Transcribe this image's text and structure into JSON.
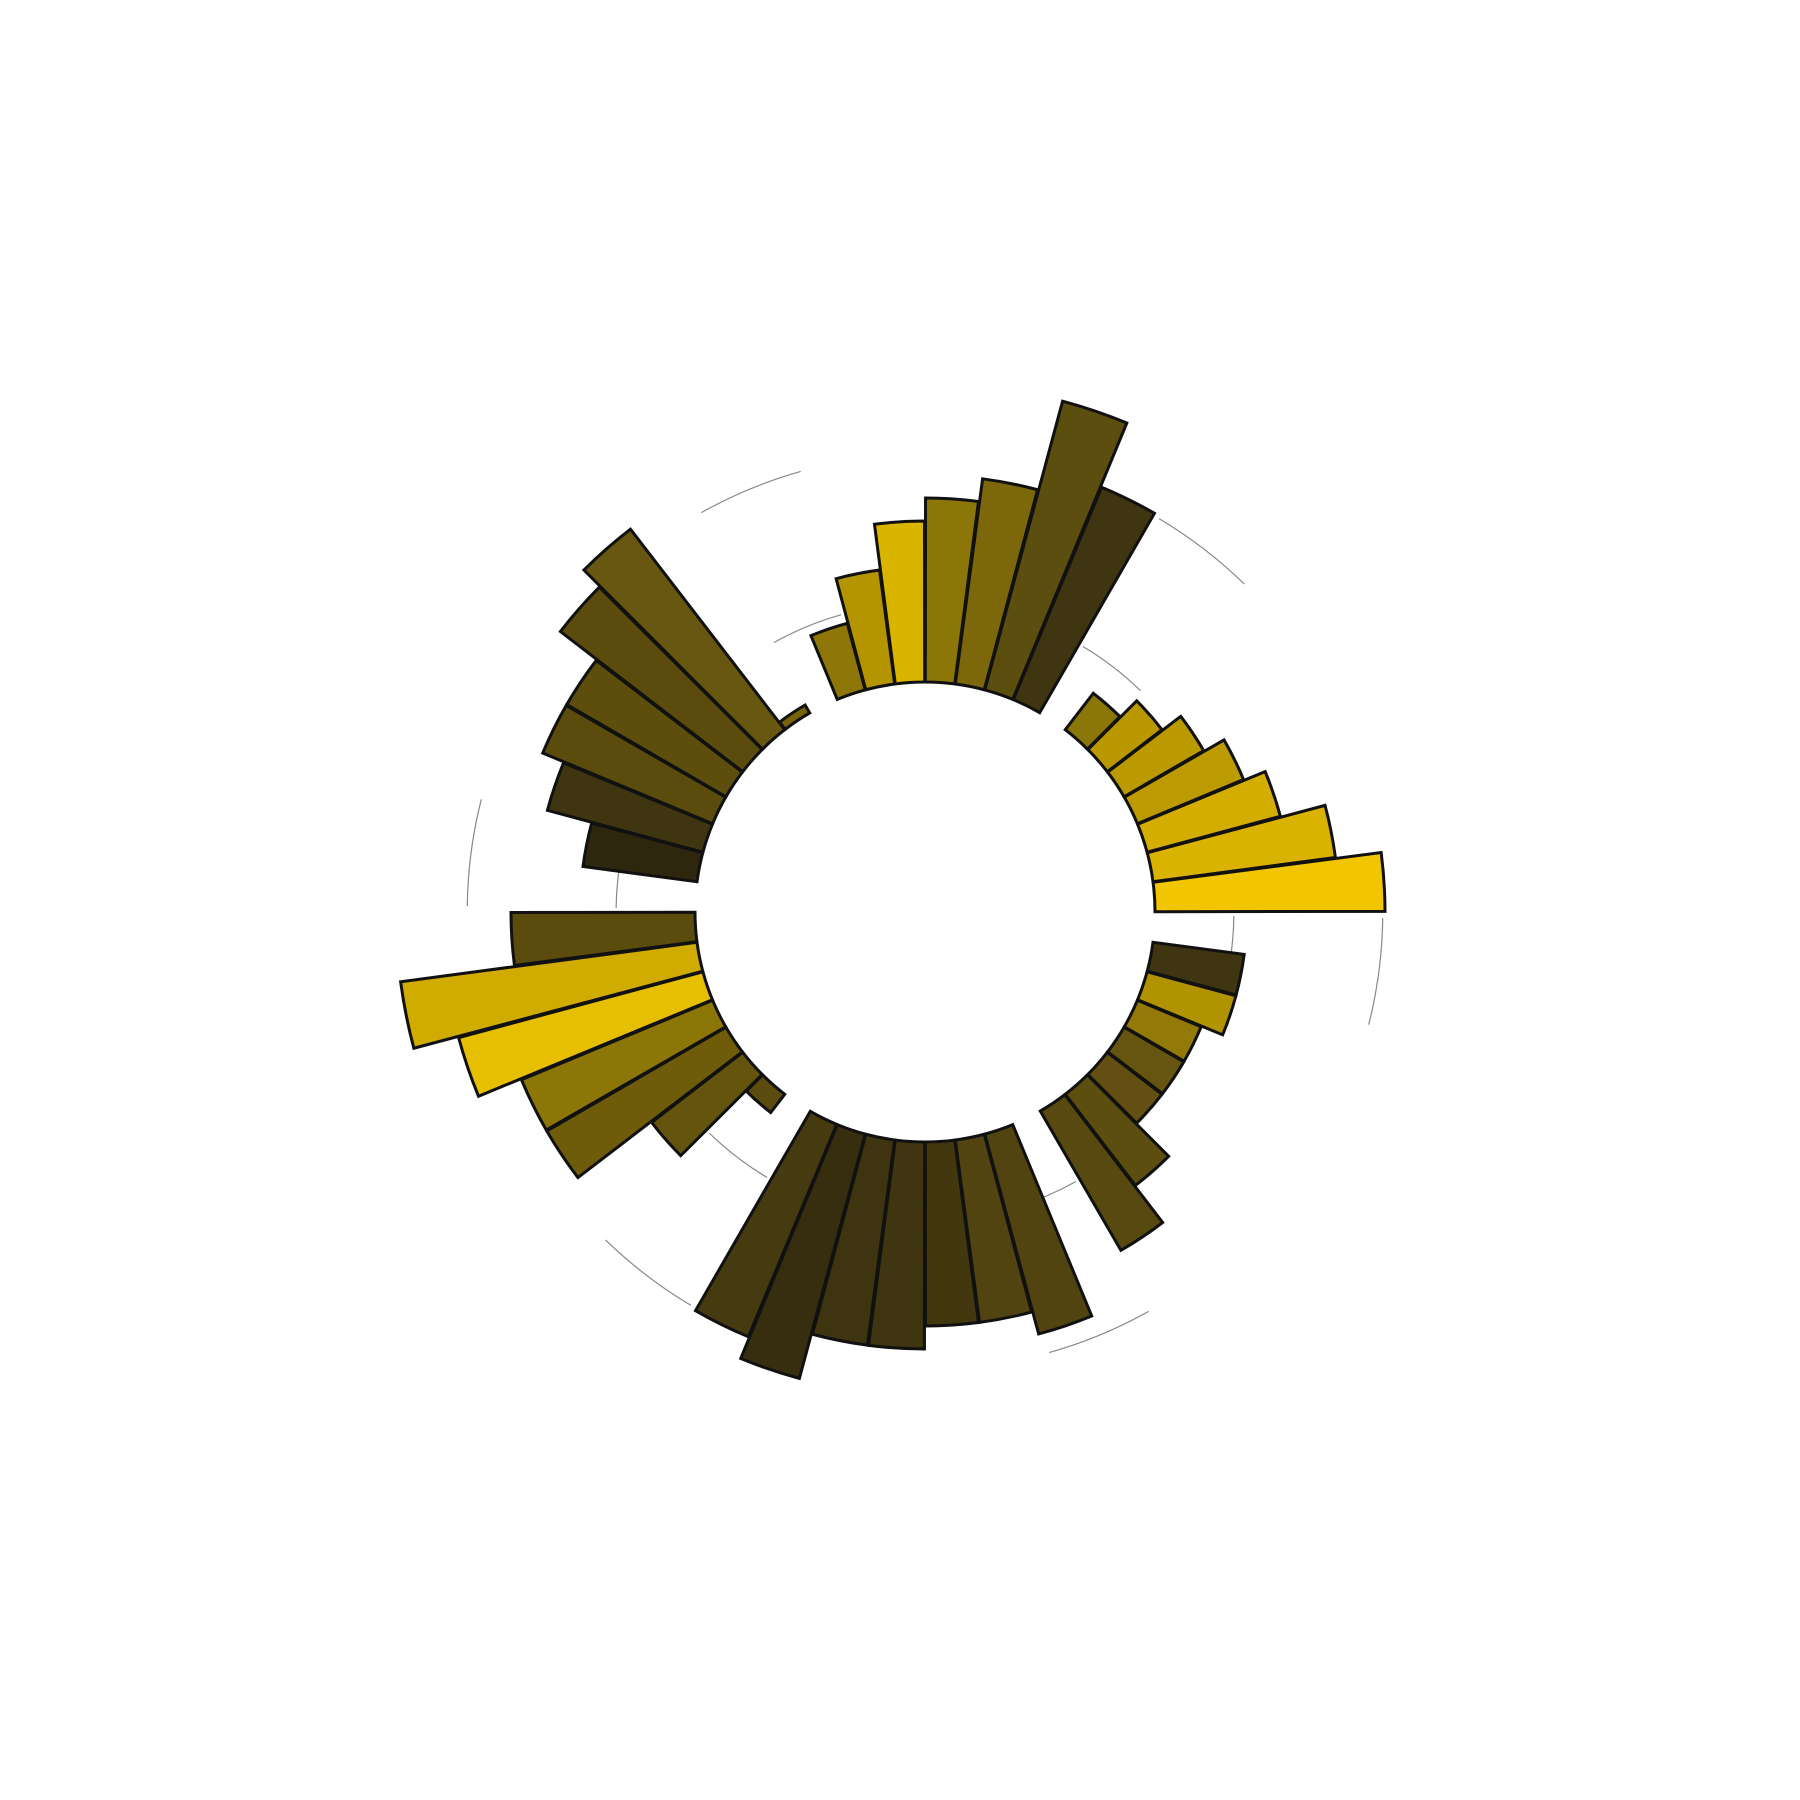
{
  "chart_data": {
    "type": "bar",
    "layout": "circular",
    "groups": 6,
    "bars_per_group": 7,
    "values": [
      10,
      8,
      6,
      5,
      4,
      3,
      2,
      10,
      13,
      9,
      8,
      7,
      5,
      3,
      0,
      11,
      10,
      8,
      8,
      7,
      5,
      8,
      13,
      11,
      9,
      9,
      5,
      1,
      10,
      11,
      9,
      9,
      8,
      8,
      9,
      7,
      5,
      3,
      3,
      3,
      4,
      4
    ],
    "colors": [
      "#f1c500",
      "#d9b300",
      "#d3ae00",
      "#bb9b00",
      "#bb9a00",
      "#b99800",
      "#8b7608",
      "#3f3510",
      "#5c4e0e",
      "#7c680a",
      "#8d7608",
      "#dab500",
      "#b49500",
      "#8e7608",
      "#786408",
      "#685711",
      "#5b4c0e",
      "#5d4e0e",
      "#5b4c0e",
      "#3f3510",
      "#2e270e",
      "#5b4c0e",
      "#d0ab00",
      "#e6c000",
      "#8c7608",
      "#6e5c0b",
      "#64540e",
      "#5b4c0e",
      "#453a10",
      "#372e10",
      "#3e3410",
      "#3f3510",
      "#433710",
      "#524411",
      "#524411",
      "#574910",
      "#5c4e0e",
      "#624f11",
      "#665510",
      "#937a08",
      "#b19300",
      "#3f3510",
      "#3c320f",
      "#3c320f",
      "#3e3410",
      "#3f3510",
      "#e4bb00",
      "#e4bd00",
      "#f2c800"
    ],
    "max_value": 13,
    "grid": true,
    "gridlines": 2,
    "axes": false,
    "legend": false,
    "title": "",
    "xlabel": "",
    "ylabel": ""
  }
}
